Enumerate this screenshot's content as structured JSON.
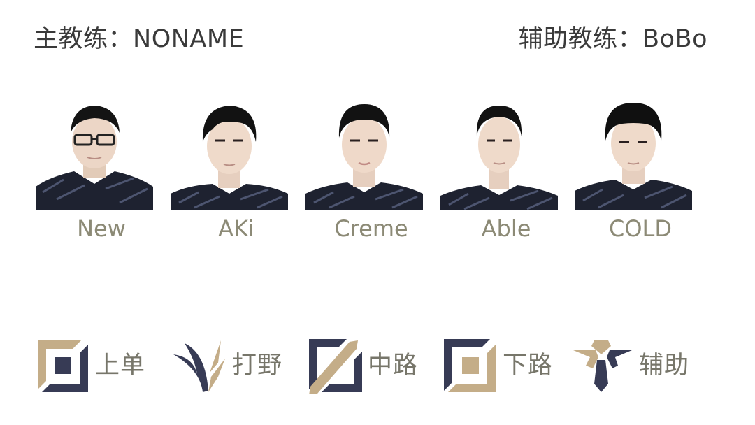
{
  "coaches": {
    "head": {
      "label": "主教练：",
      "name": "NONAME"
    },
    "assistant": {
      "label": "辅助教练：",
      "name": "BoBo"
    }
  },
  "players": [
    {
      "name": "New",
      "features": "glasses",
      "role": "上单"
    },
    {
      "name": "AKi",
      "role": "打野"
    },
    {
      "name": "Creme",
      "role": "中路"
    },
    {
      "name": "Able",
      "role": "下路"
    },
    {
      "name": "COLD",
      "role": "辅助"
    }
  ],
  "roles": [
    {
      "label": "上单",
      "icon": "top-lane-icon"
    },
    {
      "label": "打野",
      "icon": "jungle-icon"
    },
    {
      "label": "中路",
      "icon": "mid-lane-icon"
    },
    {
      "label": "下路",
      "icon": "bot-lane-icon"
    },
    {
      "label": "辅助",
      "icon": "support-icon"
    }
  ],
  "colors": {
    "navy": "#373b55",
    "gold": "#c4ad88",
    "name_text": "#8c8a76",
    "coach_text": "#3a3a3a",
    "role_text": "#77766a"
  }
}
